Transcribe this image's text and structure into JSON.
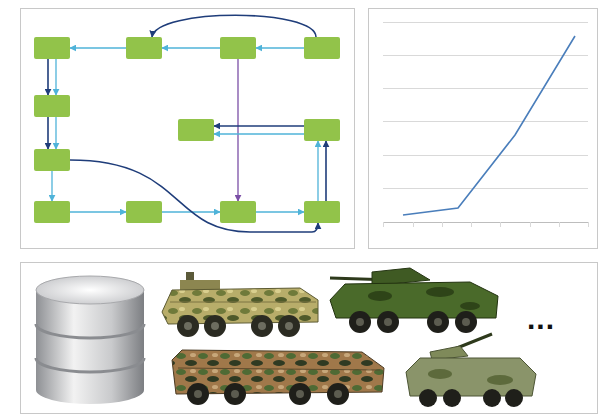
{
  "diagram": {
    "nodes": [
      {
        "text": []
      },
      {
        "text": []
      },
      {
        "text": []
      },
      {
        "text": []
      },
      {
        "text": []
      },
      {
        "text": []
      },
      {
        "text": []
      },
      {
        "text": []
      },
      {
        "text": []
      },
      {
        "text": []
      },
      {
        "text": []
      },
      {
        "text": []
      }
    ],
    "edges": [
      {
        "from": 3,
        "to": 2,
        "arrow": "to"
      },
      {
        "from": 2,
        "to": 1,
        "arrow": "to"
      },
      {
        "from": 1,
        "to": 0,
        "arrow": "to"
      },
      {
        "from": 3,
        "to": 1,
        "arrow": "to"
      },
      {
        "from": 0,
        "to": 4,
        "arrow": "to"
      },
      {
        "from": 0,
        "to": 4,
        "arrow": "to"
      },
      {
        "from": 4,
        "to": 7,
        "arrow": "to"
      },
      {
        "from": 4,
        "to": 7,
        "arrow": "to"
      },
      {
        "from": 7,
        "to": 8,
        "arrow": "to"
      },
      {
        "from": 8,
        "to": 9,
        "arrow": "to"
      },
      {
        "from": 9,
        "to": 10,
        "arrow": "to"
      },
      {
        "from": 10,
        "to": 11,
        "arrow": "to"
      },
      {
        "from": 7,
        "to": 11,
        "arrow": "to"
      },
      {
        "from": 2,
        "to": 10,
        "arrow": "to"
      },
      {
        "from": 11,
        "to": 6,
        "arrow": "to"
      },
      {
        "from": 11,
        "to": 6,
        "arrow": "to"
      },
      {
        "from": 6,
        "to": 5,
        "arrow": "to"
      },
      {
        "from": 6,
        "to": 5,
        "arrow": "to"
      }
    ],
    "labels": [
      "..."
    ]
  }
}
